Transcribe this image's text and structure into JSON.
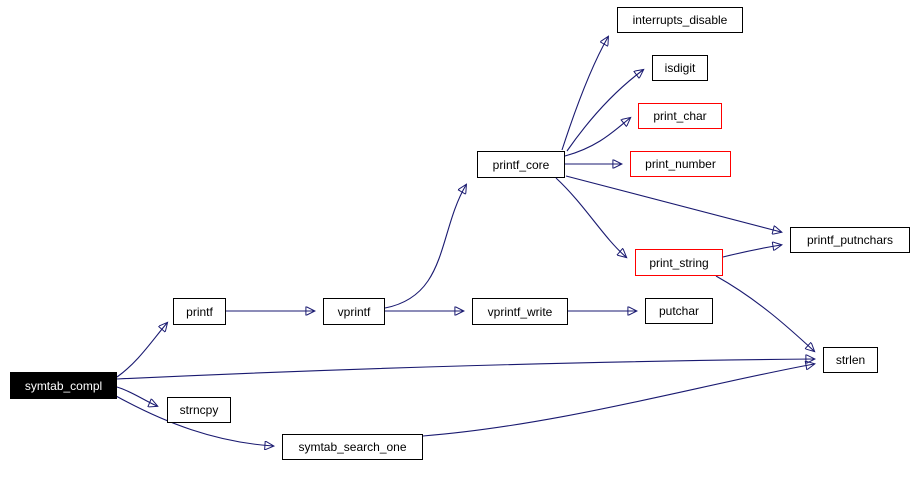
{
  "diagram": {
    "type": "call-graph",
    "background_color": "#ffffff",
    "edge_color": "#191970",
    "node_border_color": "#000000",
    "highlight_border_color": "#ff0000",
    "root_fill_color": "#000000",
    "root_text_color": "#ffffff",
    "nodes": [
      {
        "id": "symtab_compl",
        "label": "symtab_compl",
        "style": "root"
      },
      {
        "id": "printf",
        "label": "printf",
        "style": "normal"
      },
      {
        "id": "strncpy",
        "label": "strncpy",
        "style": "normal"
      },
      {
        "id": "symtab_search_one",
        "label": "symtab_search_one",
        "style": "normal"
      },
      {
        "id": "vprintf",
        "label": "vprintf",
        "style": "normal"
      },
      {
        "id": "vprintf_write",
        "label": "vprintf_write",
        "style": "normal"
      },
      {
        "id": "putchar",
        "label": "putchar",
        "style": "normal"
      },
      {
        "id": "printf_core",
        "label": "printf_core",
        "style": "normal"
      },
      {
        "id": "interrupts_disable",
        "label": "interrupts_disable",
        "style": "normal"
      },
      {
        "id": "isdigit",
        "label": "isdigit",
        "style": "normal"
      },
      {
        "id": "print_char",
        "label": "print_char",
        "style": "highlight"
      },
      {
        "id": "print_number",
        "label": "print_number",
        "style": "highlight"
      },
      {
        "id": "print_string",
        "label": "print_string",
        "style": "highlight"
      },
      {
        "id": "printf_putnchars",
        "label": "printf_putnchars",
        "style": "normal"
      },
      {
        "id": "strlen",
        "label": "strlen",
        "style": "normal"
      }
    ],
    "edges": [
      {
        "from": "symtab_compl",
        "to": "printf"
      },
      {
        "from": "symtab_compl",
        "to": "strncpy"
      },
      {
        "from": "symtab_compl",
        "to": "symtab_search_one"
      },
      {
        "from": "symtab_compl",
        "to": "strlen"
      },
      {
        "from": "printf",
        "to": "vprintf"
      },
      {
        "from": "vprintf",
        "to": "printf_core"
      },
      {
        "from": "vprintf",
        "to": "vprintf_write"
      },
      {
        "from": "vprintf_write",
        "to": "putchar"
      },
      {
        "from": "printf_core",
        "to": "interrupts_disable"
      },
      {
        "from": "printf_core",
        "to": "isdigit"
      },
      {
        "from": "printf_core",
        "to": "print_char"
      },
      {
        "from": "printf_core",
        "to": "print_number"
      },
      {
        "from": "printf_core",
        "to": "printf_putnchars"
      },
      {
        "from": "printf_core",
        "to": "print_string"
      },
      {
        "from": "print_string",
        "to": "printf_putnchars"
      },
      {
        "from": "print_string",
        "to": "strlen"
      },
      {
        "from": "symtab_search_one",
        "to": "strlen"
      }
    ]
  }
}
